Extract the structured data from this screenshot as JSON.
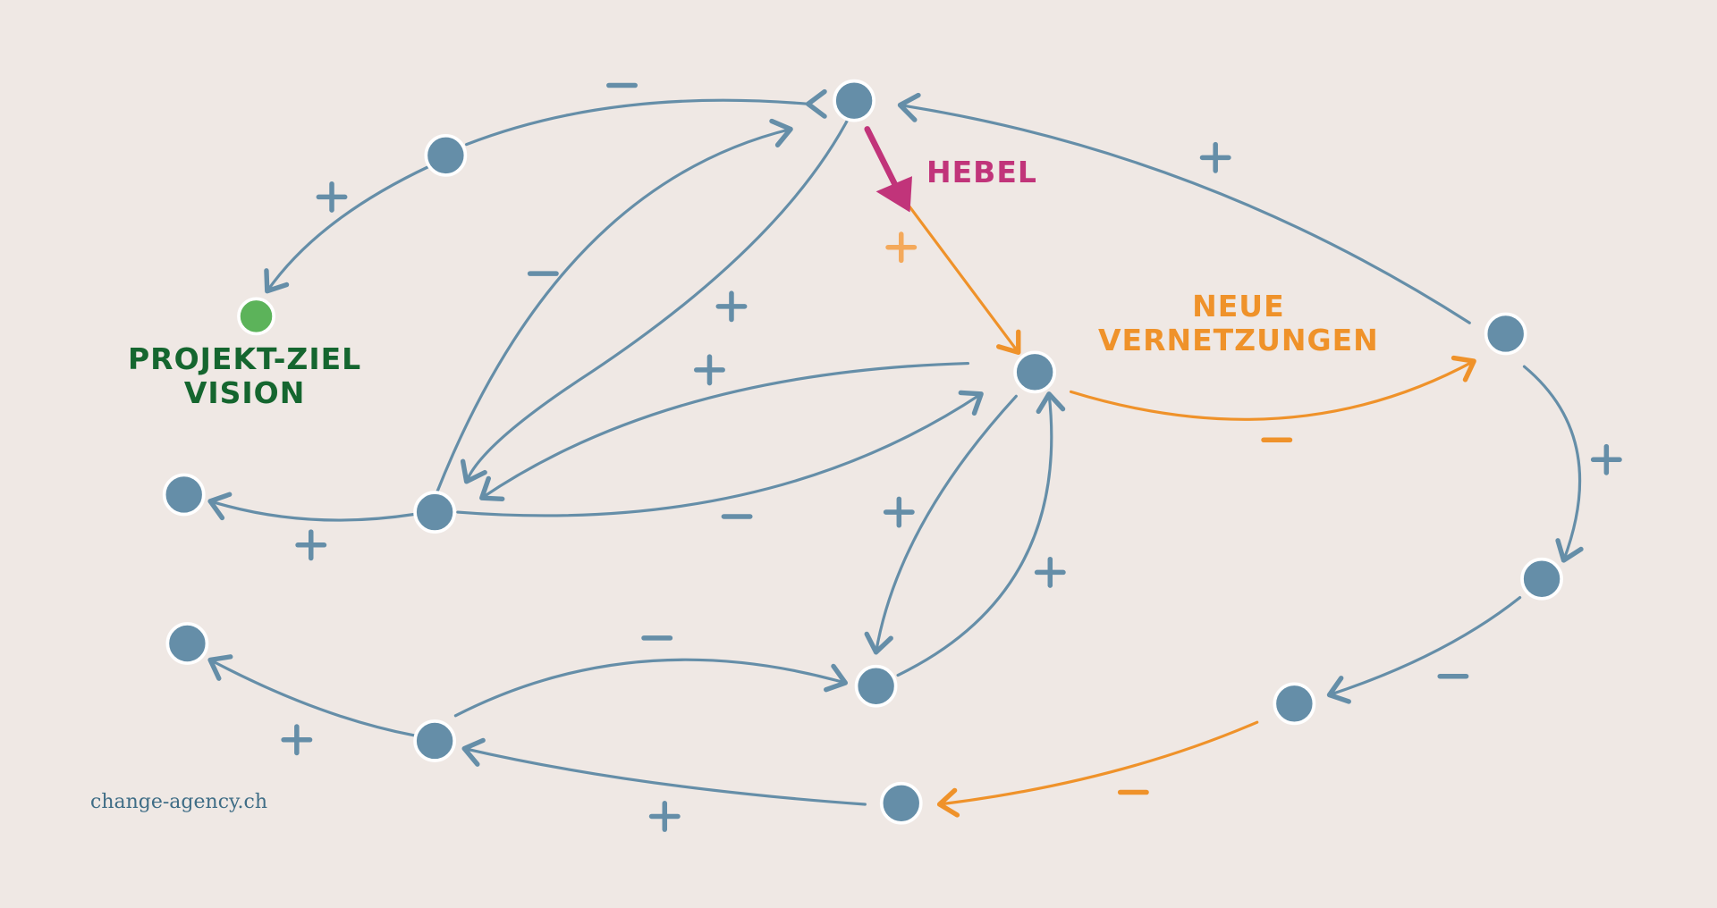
{
  "colors": {
    "background": "#efe8e4",
    "node": "#658ea8",
    "edge": "#658ea8",
    "goal_node": "#5cb35a",
    "goal_text": "#15662f",
    "lever": "#c1347a",
    "new_link": "#ef922a",
    "new_link_light": "#f4a95b",
    "footer": "#3f6d86"
  },
  "labels": {
    "goal_line1": "PROJEKT-ZIEL",
    "goal_line2": "VISION",
    "lever": "HEBEL",
    "new_links_line1": "NEUE",
    "new_links_line2": "VERNETZUNGEN"
  },
  "footer": {
    "text": "change-agency.ch"
  },
  "diagram": {
    "nodes": [
      {
        "id": "top",
        "kind": "factor"
      },
      {
        "id": "upper-left",
        "kind": "factor"
      },
      {
        "id": "goal",
        "kind": "goal"
      },
      {
        "id": "far-left-upper",
        "kind": "factor"
      },
      {
        "id": "mid-left",
        "kind": "factor"
      },
      {
        "id": "center",
        "kind": "factor"
      },
      {
        "id": "right",
        "kind": "factor"
      },
      {
        "id": "right-lower",
        "kind": "factor"
      },
      {
        "id": "lower-right",
        "kind": "factor"
      },
      {
        "id": "lower-center",
        "kind": "factor"
      },
      {
        "id": "far-left-lower",
        "kind": "factor"
      },
      {
        "id": "low-left",
        "kind": "factor"
      },
      {
        "id": "bottom-center",
        "kind": "factor"
      }
    ],
    "edges": [
      {
        "from": "upper-left",
        "to": "top",
        "sign": "−",
        "kind": "normal"
      },
      {
        "from": "upper-left",
        "to": "goal",
        "sign": "+",
        "kind": "normal"
      },
      {
        "from": "right",
        "to": "top",
        "sign": "+",
        "kind": "normal"
      },
      {
        "from": "mid-left",
        "to": "top",
        "sign": "−",
        "kind": "normal"
      },
      {
        "from": "top",
        "to": "mid-left",
        "sign": "+",
        "kind": "normal"
      },
      {
        "from": "top",
        "to": "center",
        "sign": "+",
        "kind": "lever"
      },
      {
        "from": "center",
        "to": "mid-left",
        "sign": "+",
        "kind": "normal"
      },
      {
        "from": "mid-left",
        "to": "center",
        "sign": "−",
        "kind": "normal"
      },
      {
        "from": "mid-left",
        "to": "far-left-upper",
        "sign": "+",
        "kind": "normal"
      },
      {
        "from": "center",
        "to": "right",
        "sign": "−",
        "kind": "new"
      },
      {
        "from": "right",
        "to": "right-lower",
        "sign": "+",
        "kind": "normal"
      },
      {
        "from": "right-lower",
        "to": "lower-right",
        "sign": "−",
        "kind": "normal"
      },
      {
        "from": "lower-right",
        "to": "bottom-center",
        "sign": "−",
        "kind": "new"
      },
      {
        "from": "bottom-center",
        "to": "low-left",
        "sign": "+",
        "kind": "normal"
      },
      {
        "from": "low-left",
        "to": "far-left-lower",
        "sign": "+",
        "kind": "normal"
      },
      {
        "from": "low-left",
        "to": "lower-center",
        "sign": "−",
        "kind": "normal"
      },
      {
        "from": "center",
        "to": "lower-center",
        "sign": "+",
        "kind": "normal"
      },
      {
        "from": "lower-center",
        "to": "center",
        "sign": "+",
        "kind": "normal"
      }
    ]
  }
}
